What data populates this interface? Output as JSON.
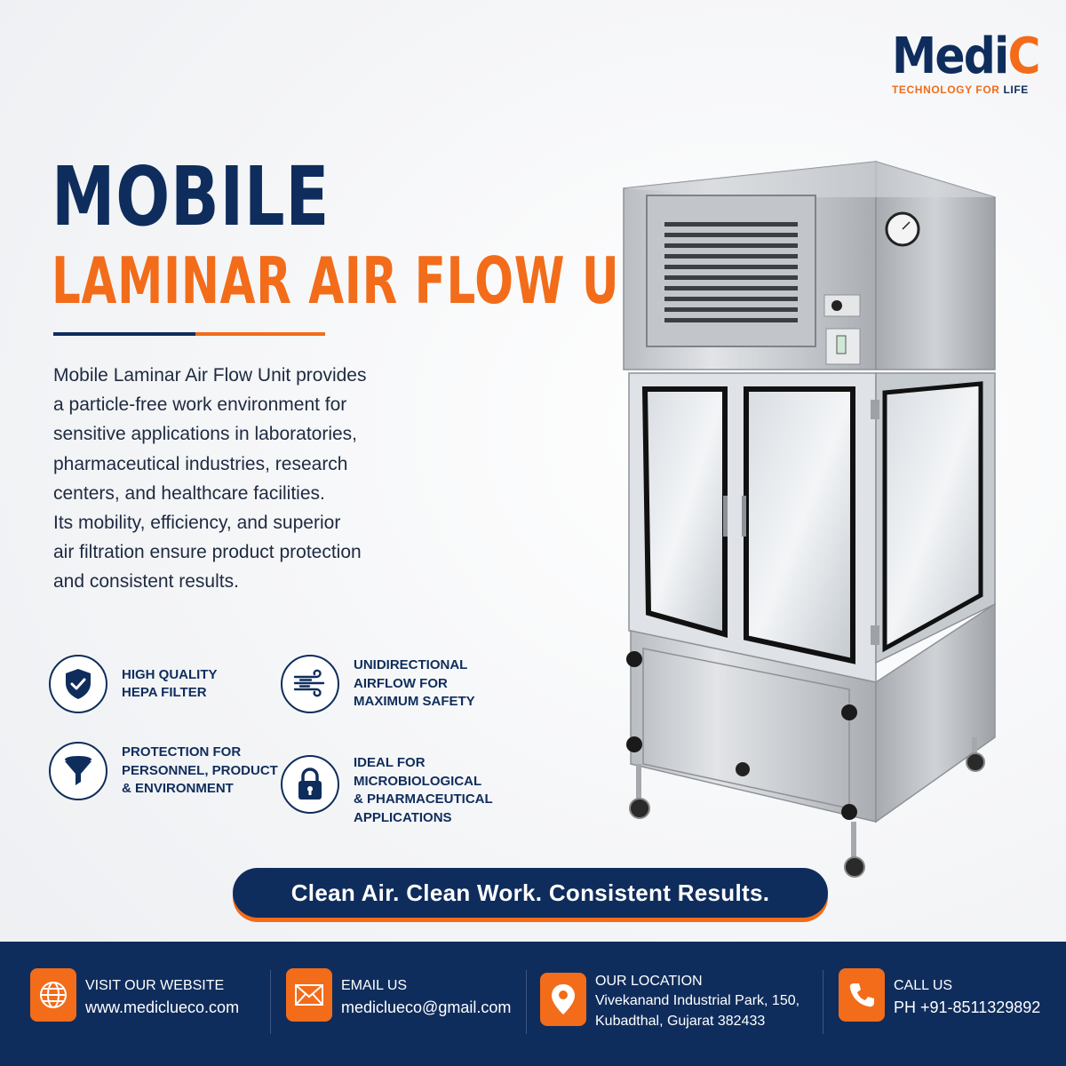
{
  "brand": {
    "name_part1": "Medi",
    "name_part2": "C",
    "tagline_part1": "TECHNOLOGY FOR ",
    "tagline_part2": "LIFE",
    "colors": {
      "navy": "#0f2d5c",
      "orange": "#f26c1a"
    }
  },
  "headline": {
    "line1": "MOBILE",
    "line2": "LAMINAR AIR FLOW UNIT"
  },
  "description": [
    "Mobile Laminar Air Flow Unit provides",
    "a particle-free work environment for",
    "sensitive applications in laboratories,",
    "pharmaceutical industries, research",
    "centers, and healthcare facilities.",
    "Its mobility, efficiency, and superior",
    "air filtration ensure product protection",
    "and consistent results."
  ],
  "features": [
    {
      "icon": "shield-check-icon",
      "lines": [
        "HIGH QUALITY",
        "HEPA FILTER"
      ]
    },
    {
      "icon": "airflow-icon",
      "lines": [
        "UNIDIRECTIONAL",
        "AIRFLOW FOR",
        "MAXIMUM SAFETY"
      ]
    },
    {
      "icon": "funnel-icon",
      "lines": [
        "PROTECTION FOR",
        "PERSONNEL, PRODUCT",
        "& ENVIRONMENT"
      ]
    },
    {
      "icon": "lock-icon",
      "lines": [
        "IDEAL FOR",
        "MICROBIOLOGICAL",
        "& PHARMACEUTICAL",
        "APPLICATIONS"
      ]
    }
  ],
  "slogan": "Clean Air. Clean Work. Consistent Results.",
  "footer": {
    "website": {
      "icon": "globe-icon",
      "label": "VISIT OUR WEBSITE",
      "value": "www.mediclueco.com"
    },
    "email": {
      "icon": "envelope-icon",
      "label": "EMAIL US",
      "value": "mediclueco@gmail.com"
    },
    "location": {
      "icon": "location-pin-icon",
      "label": "OUR LOCATION",
      "line1": "Vivekanand Industrial Park, 150,",
      "line2": "Kubadthal, Gujarat 382433"
    },
    "phone": {
      "icon": "phone-icon",
      "label": "CALL US",
      "value": "PH  +91-8511329892"
    }
  }
}
